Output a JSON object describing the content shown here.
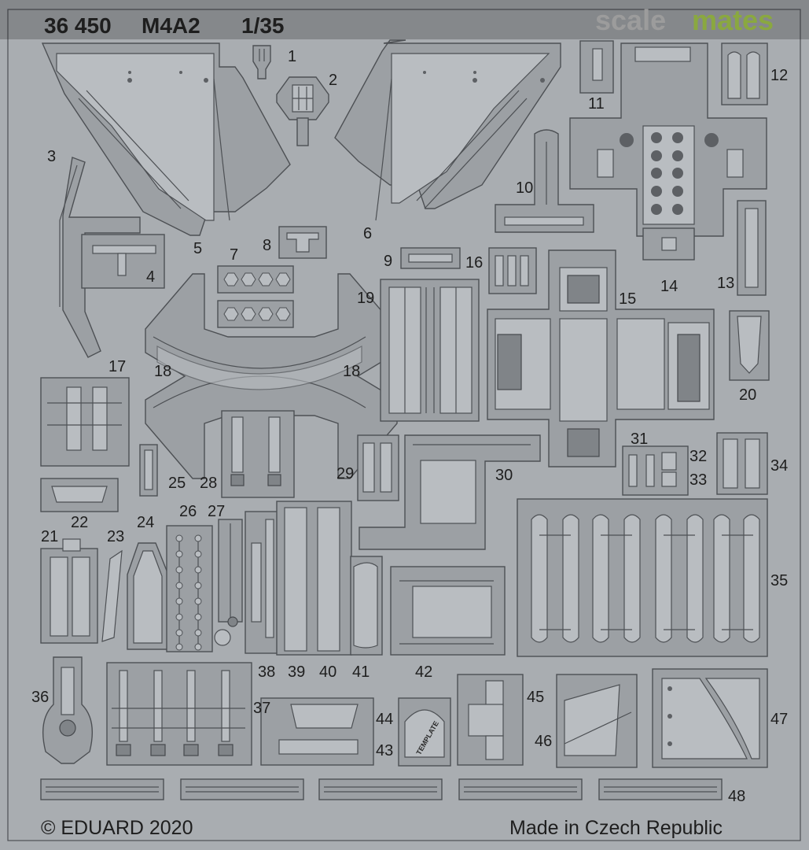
{
  "header": {
    "product_code": "36 450",
    "model": "M4A2",
    "scale": "1/35"
  },
  "watermark": {
    "part1": "scale",
    "part2": "mates",
    "color1": "#9c9c9c",
    "color2": "#8aa840"
  },
  "footer": {
    "copyright": "© EDUARD 2020",
    "origin": "Made in Czech Republic"
  },
  "template_text": "TEMPLATE",
  "part_numbers": [
    "1",
    "2",
    "3",
    "4",
    "5",
    "6",
    "7",
    "8",
    "9",
    "10",
    "11",
    "12",
    "13",
    "14",
    "15",
    "16",
    "17",
    "18",
    "18",
    "19",
    "20",
    "21",
    "22",
    "23",
    "24",
    "25",
    "26",
    "27",
    "28",
    "29",
    "30",
    "31",
    "32",
    "33",
    "34",
    "35",
    "36",
    "37",
    "38",
    "39",
    "40",
    "41",
    "42",
    "43",
    "44",
    "45",
    "46",
    "47",
    "48"
  ],
  "colors": {
    "fret_background": "#a9adb1",
    "part_fill": "#9ca0a4",
    "header_band": "#1a1a1a"
  }
}
